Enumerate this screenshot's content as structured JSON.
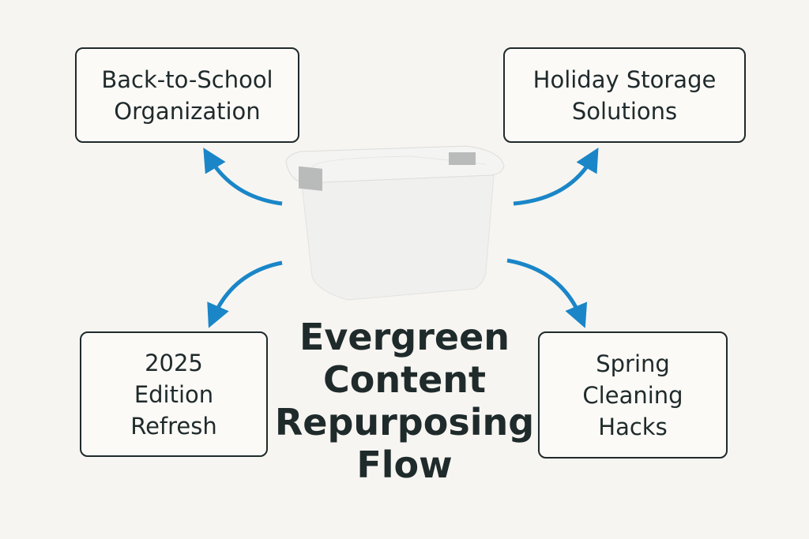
{
  "title": [
    "Evergreen",
    "Content",
    "Repurposing",
    "Flow"
  ],
  "boxes": {
    "top_left": [
      "Back-to-School",
      "Organization"
    ],
    "top_right": [
      "Holiday Storage",
      "Solutions"
    ],
    "bottom_left": [
      "2025",
      "Edition",
      "Refresh"
    ],
    "bottom_right": [
      "Spring",
      "Cleaning",
      "Hacks"
    ]
  },
  "colors": {
    "arrow": "#1a86c8",
    "text": "#1f2a2b",
    "background": "#f7f5f1"
  },
  "center_icon": "storage-bin-icon"
}
